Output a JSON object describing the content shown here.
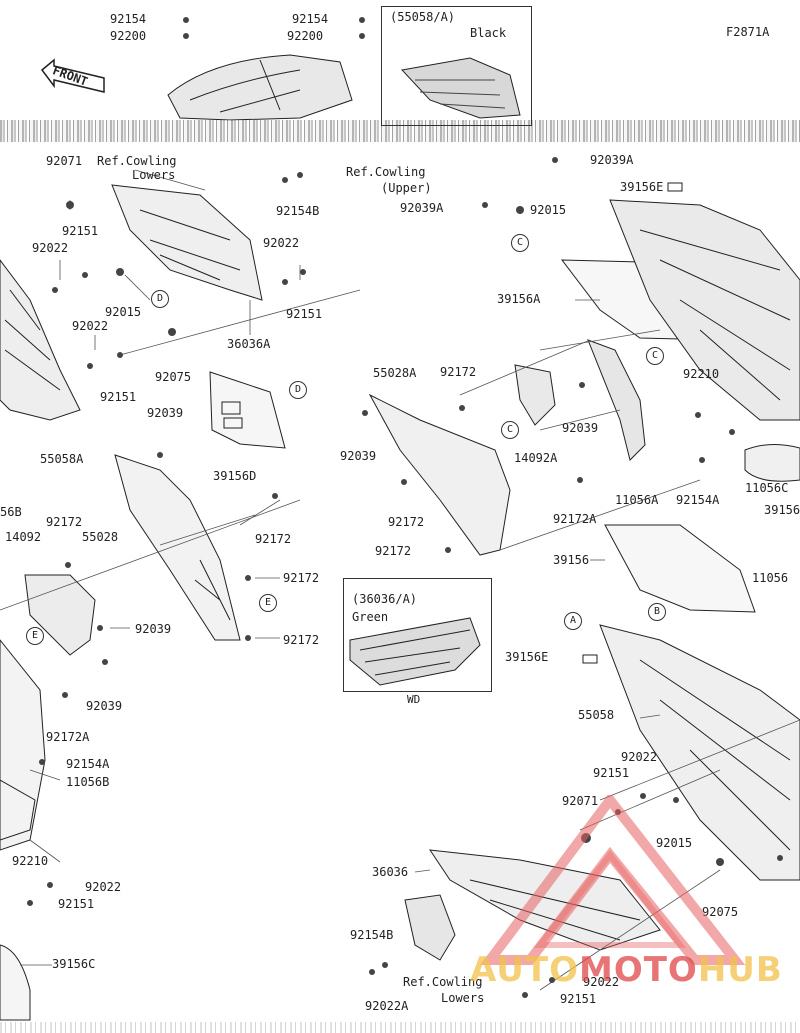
{
  "figure_code": "F2871A",
  "front_label": "FRONT",
  "inset_boxes": [
    {
      "ref": "(55058/A)",
      "color_label": "Black"
    },
    {
      "ref": "(36036/A)",
      "color_label": "Green",
      "footnote": "WD"
    }
  ],
  "labels": [
    "92154",
    "92200",
    "92154",
    "92200",
    "92071",
    "Ref.Cowling",
    "Lowers",
    "92151",
    "92022",
    "92015",
    "92022",
    "92151",
    "36036A",
    "92022",
    "92151",
    "92075",
    "55058A",
    "92039",
    "39156D",
    "55028",
    "92172",
    "14092",
    "92172",
    "92039",
    "92172",
    "92172",
    "92039",
    "92172A",
    "92154A",
    "11056B",
    "92210",
    "92022",
    "92151",
    "39156C",
    "56B",
    "Ref.Cowling",
    "(Upper)",
    "92039A",
    "92015",
    "92039A",
    "39156E",
    "39156A",
    "55028A",
    "92172",
    "92039",
    "92039",
    "14092A",
    "11056A",
    "92210",
    "92154A",
    "11056C",
    "39156",
    "92172",
    "92172A",
    "92172",
    "39156",
    "11056",
    "39156E",
    "55058",
    "92022",
    "92151",
    "92071",
    "92015",
    "36036",
    "92075",
    "92154B",
    "92022A",
    "Ref.Cowling",
    "Lowers",
    "92022",
    "92151",
    "92154B"
  ],
  "callouts": [
    "D",
    "D",
    "C",
    "C",
    "C",
    "E",
    "E",
    "A",
    "B",
    "B"
  ],
  "watermark": {
    "part1": "AUTO",
    "part2": "MOTO",
    "part3": "HUB"
  }
}
